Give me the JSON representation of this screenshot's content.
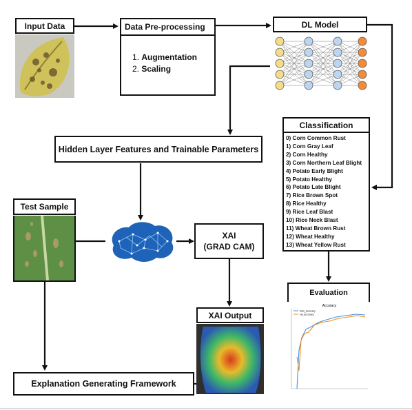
{
  "input_data": {
    "title": "Input Data",
    "image": "diseased-leaf-photo"
  },
  "preprocessing": {
    "title": "Data Pre-processing",
    "steps": [
      "Augmentation",
      "Scaling"
    ]
  },
  "dl_model": {
    "title": "DL Model",
    "icon": "neural-network-icon"
  },
  "hidden_layer": {
    "title": "Hidden Layer Features and Trainable Parameters"
  },
  "classification": {
    "title": "Classification",
    "classes": [
      "0)  Corn Common Rust",
      "1) Corn Gray Leaf",
      "2) Corn Healthy",
      "3) Corn Northern Leaf Blight",
      "4) Potato Early Blight",
      "5) Potato Healthy",
      "6) Potato Late Blight",
      "7) Rice Brown Spot",
      "8) Rice Healthy",
      "9) Rice Leaf Blast",
      "10) Rice Neck Blast",
      "11) Wheat Brown Rust",
      "12) Wheat Healthy",
      "13) Wheat Yellow Rust"
    ]
  },
  "test_sample": {
    "title": "Test Sample",
    "image": "corn-leaf-photo"
  },
  "brain": {
    "icon": "brain-network-icon"
  },
  "xai": {
    "title_line1": "XAI",
    "title_line2": "(GRAD CAM)"
  },
  "xai_output": {
    "title": "XAI Output",
    "image": "gradcam-heatmap-leaf"
  },
  "evaluation": {
    "title": "Evaluation",
    "chart_data": {
      "type": "line",
      "title": "Accuracy",
      "series": [
        {
          "name": "train_accuracy",
          "color": "#4a90d9"
        },
        {
          "name": "val_accuracy",
          "color": "#f28e1c"
        }
      ]
    }
  },
  "explanation": {
    "title": "Explanation Generating Framework"
  },
  "colors": {
    "input_node": "#f6dc8a",
    "hidden_node": "#bcd6f0",
    "output_node": "#f28c38",
    "brain": "#1e63b8"
  }
}
